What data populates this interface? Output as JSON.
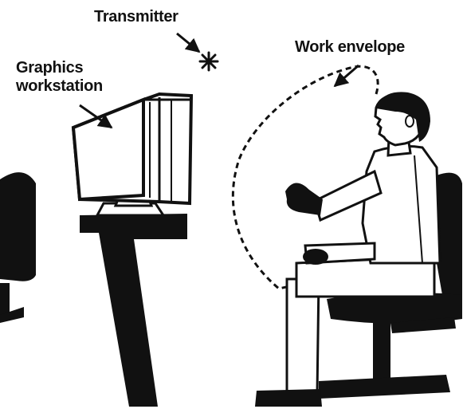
{
  "labels": {
    "transmitter": "Transmitter",
    "graphics_line1": "Graphics",
    "graphics_line2": "workstation",
    "work_envelope": "Work envelope"
  },
  "colors": {
    "ink": "#111111",
    "paper": "#ffffff"
  }
}
